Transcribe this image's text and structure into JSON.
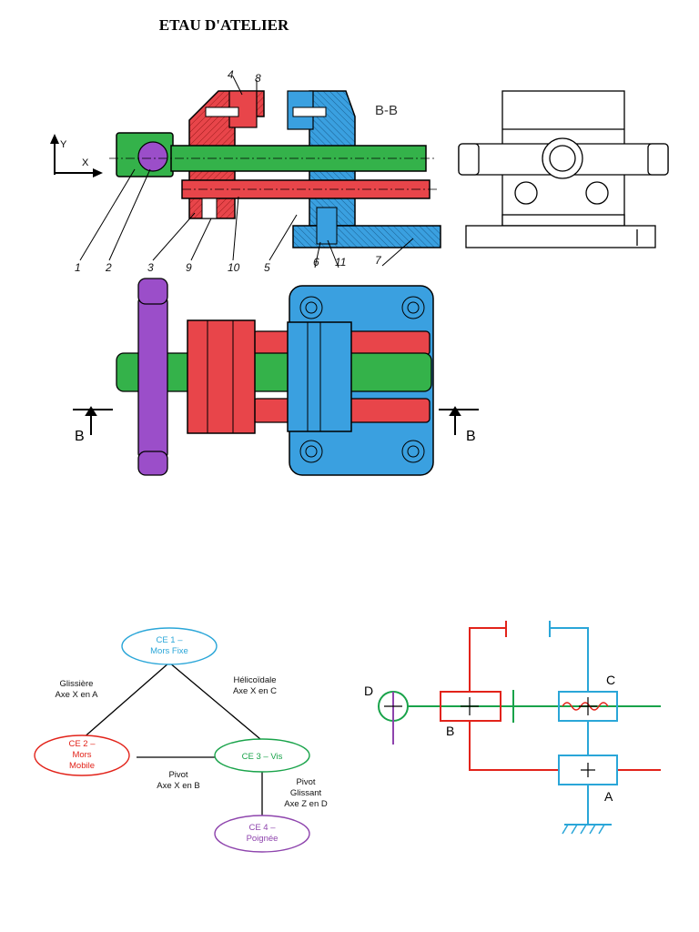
{
  "title": "ETAU D'ATELIER",
  "drawing": {
    "axis_y": "Y",
    "axis_x": "X",
    "section_view": "B-B",
    "section_marker": "B",
    "part_numbers": [
      "1",
      "2",
      "3",
      "9",
      "10",
      "5",
      "6",
      "11",
      "7",
      "4",
      "8"
    ]
  },
  "graph": {
    "nodes": [
      {
        "id": "ce1",
        "line1": "CE 1 –",
        "line2": "Mors Fixe",
        "color": "#2aa6d8"
      },
      {
        "id": "ce2",
        "line1": "CE 2 –",
        "line2": "Mors",
        "line3": "Mobile",
        "color": "#e2231a"
      },
      {
        "id": "ce3",
        "line1": "CE 3 – Vis",
        "color": "#19a34a"
      },
      {
        "id": "ce4",
        "line1": "CE 4 –",
        "line2": "Poignée",
        "color": "#8e44ad"
      }
    ],
    "links": [
      {
        "from": "ce1",
        "to": "ce2",
        "line1": "Glissière",
        "line2": "Axe X en A"
      },
      {
        "from": "ce1",
        "to": "ce3",
        "line1": "Hélicoïdale",
        "line2": "Axe X en C"
      },
      {
        "from": "ce2",
        "to": "ce3",
        "line1": "Pivot",
        "line2": "Axe X en B"
      },
      {
        "from": "ce3",
        "to": "ce4",
        "line1": "Pivot",
        "line2": "Glissant",
        "line3": "Axe Z en D"
      }
    ]
  },
  "kinematic": {
    "labels": {
      "D": "D",
      "B": "B",
      "C": "C",
      "A": "A"
    },
    "colors": {
      "mors_fixe": "#2aa6d8",
      "mors_mobile": "#e2231a",
      "vis": "#19a34a",
      "poignee": "#8e44ad"
    }
  }
}
